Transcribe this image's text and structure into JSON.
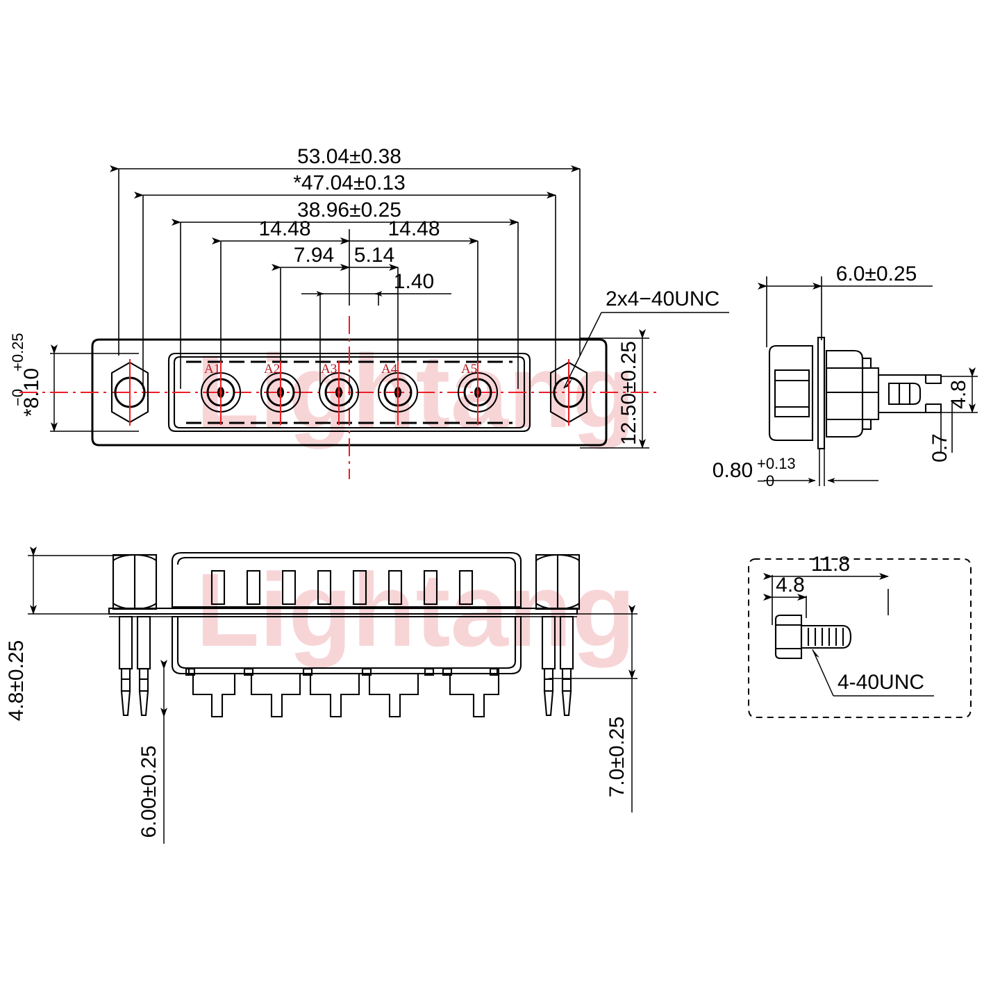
{
  "drawing": {
    "title": "D-Sub 5W5 coaxial connector mechanical drawing",
    "watermark": "Lightang",
    "watermark_color": "#f7d5d7",
    "line_color": "#000000",
    "center_line_color": "#ee1c25",
    "pin_label_color": "#b0151c"
  },
  "front_view": {
    "name": "front-view",
    "pin_labels": [
      "A1",
      "A2",
      "A3",
      "A4",
      "A5"
    ],
    "dimensions": {
      "overall_width": "53.04±0.38",
      "flange_hole_span": "*47.04±0.13",
      "inner_span": "38.96±0.25",
      "left_pitch": "14.48",
      "right_pitch": "14.48",
      "offset_794": "7.94",
      "offset_514": "5.14",
      "offset_140": "1.40",
      "height": "12.50±0.25",
      "flange_height_value": "*8.10",
      "flange_height_upper": "+0.25",
      "flange_height_lower": "−0"
    },
    "callout": "2x4−40UNC"
  },
  "side_view": {
    "name": "right-side-view",
    "dimensions": {
      "depth": "6.0±0.25",
      "tail_height": "4.8",
      "tail_offset": "0.7",
      "panel_thickness_value": "0.80",
      "panel_thickness_upper": "+0.13",
      "panel_thickness_lower": "−0"
    }
  },
  "bottom_view": {
    "name": "bottom-profile-view",
    "dimensions": {
      "standoff_height": "4.8±0.25",
      "pin_length": "6.00±0.25",
      "body_height": "7.0±0.25"
    }
  },
  "screw_detail": {
    "name": "screw-detail-panel",
    "dimensions": {
      "total_length": "11.8",
      "hex_length": "4.8"
    },
    "thread_callout": "4-40UNC"
  }
}
